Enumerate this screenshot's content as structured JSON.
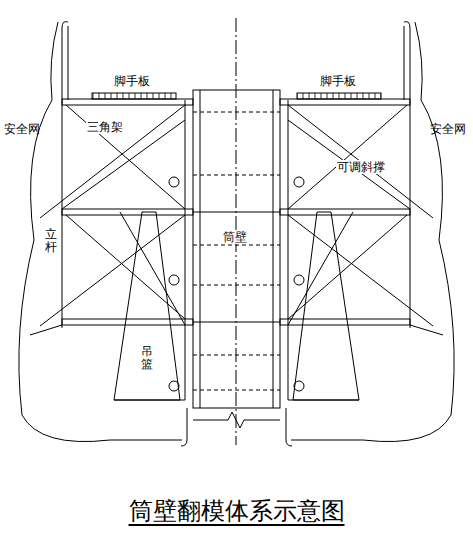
{
  "diagram": {
    "title": "筒壁翻模体系示意图",
    "labels": [
      "脚手板",
      "脚手板",
      "安全网",
      "安全网",
      "三角架",
      "可调斜撑",
      "筒壁",
      "立杆",
      "吊篮"
    ]
  }
}
